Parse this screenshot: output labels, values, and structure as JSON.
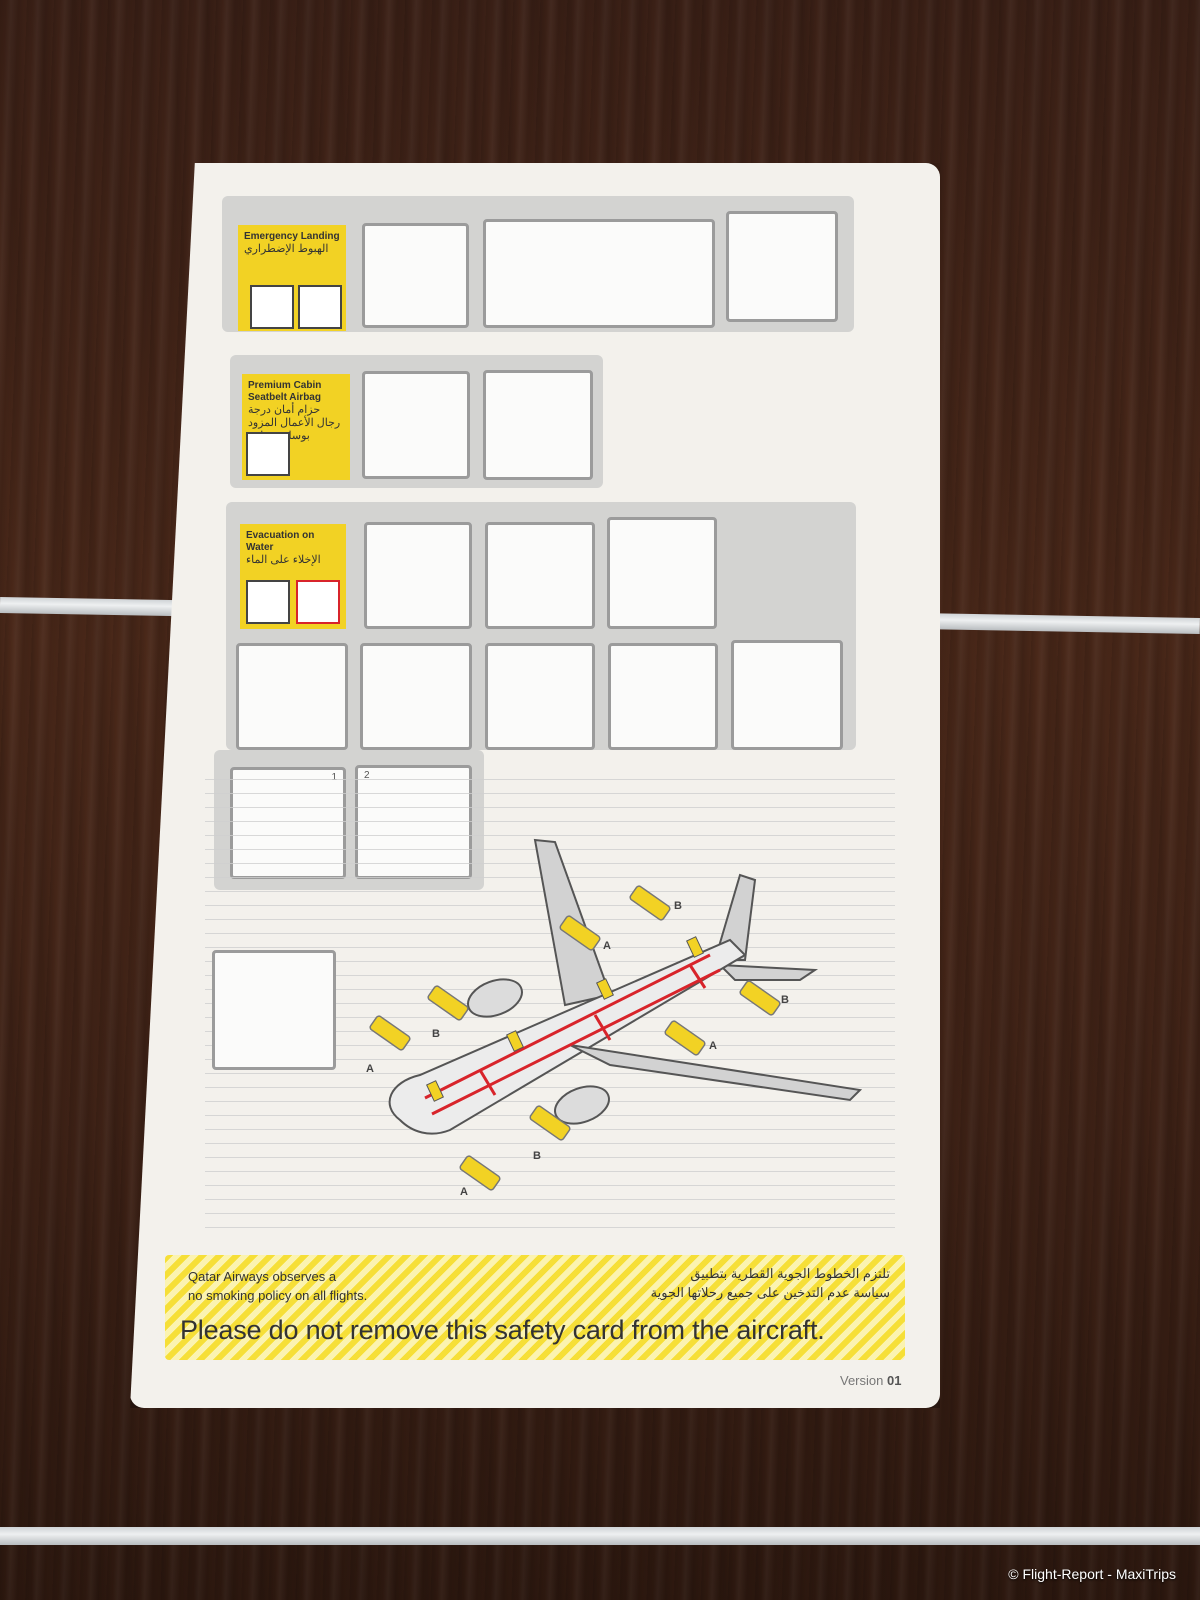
{
  "card": {
    "emergency_landing": {
      "title_en": "Emergency Landing",
      "title_ar": "الهبوط الإضطراري"
    },
    "seatbelt_airbag": {
      "title_en_1": "Premium Cabin",
      "title_en_2": "Seatbelt Airbag",
      "title_ar": "حزام أمان درجة رجال الأعمال المزود بوسادة هوائية"
    },
    "evacuation_water": {
      "title_en": "Evacuation on Water",
      "title_ar": "الإخلاء على الماء"
    },
    "lifevest_steps": [
      "1",
      "2"
    ],
    "exit_labels": [
      "A",
      "B",
      "A",
      "B",
      "A",
      "B",
      "A",
      "B"
    ],
    "footer": {
      "en_line_1": "Qatar Airways observes a",
      "en_line_2": "no smoking policy on all flights.",
      "ar_line_1": "تلتزم الخطوط الجوية القطرية بتطبيق",
      "ar_line_2": "سياسة عدم التدخين على جميع رحلاتها الجوية",
      "main": "Please do not remove this safety card from the aircraft."
    },
    "version_label": "Version",
    "version_number": "01"
  },
  "credit": "© Flight-Report - MaxiTrips",
  "colors": {
    "card_yellow": "#f2d224",
    "exit_red": "#d8242b",
    "wood": "#3b2016"
  }
}
